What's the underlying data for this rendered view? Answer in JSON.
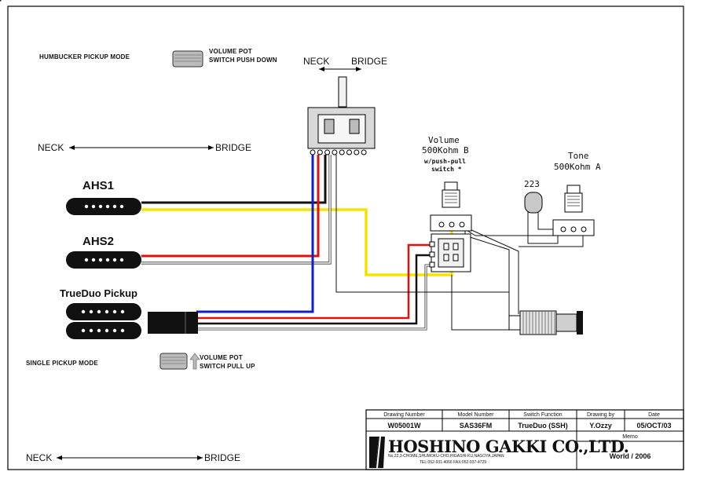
{
  "humbucker_mode": {
    "title": "HUMBUCKER PICKUP MODE",
    "pot_label_1": "VOLUME POT",
    "pot_label_2": "SWITCH PUSH DOWN",
    "axis_left": "NECK",
    "axis_right": "BRIDGE"
  },
  "single_mode": {
    "title": "SINGLE PICKUP MODE",
    "pot_label_1": "VOLUME POT",
    "pot_label_2": "SWITCH PULL UP",
    "axis_left": "NECK",
    "axis_right": "BRIDGE"
  },
  "switch_labels": {
    "neck": "NECK",
    "bridge": "BRIDGE"
  },
  "pickups": {
    "ahs1": "AHS1",
    "ahs2": "AHS2",
    "trueduo": "TrueDuo Pickup"
  },
  "volume_pot": {
    "line1": "Volume",
    "line2": "500Kohm B",
    "line3": "w/push-pull",
    "line4": "switch *"
  },
  "tone_pot": {
    "line1": "Tone",
    "line2": "500Kohm A"
  },
  "capacitor": {
    "value": "223"
  },
  "title_block": {
    "headers": [
      "Drawing Number",
      "Model Number",
      "Switch Function",
      "Drawing by",
      "Date"
    ],
    "values": [
      "W05001W",
      "SAS36FM",
      "TrueDuo (SSH)",
      "Y.Ozzy",
      "05/OCT/03"
    ],
    "memo_label": "Memo",
    "memo_value": "World / 2006",
    "company": "HOSHINO GAKKI CO.,LTD.",
    "address": "No.22,3-CHOME,SHUMOKU-CHO,HIGASHI-KU,NAGOYA,JAPAN",
    "phone": "TEL:052-931-4066  FAX:052-937-4729"
  },
  "colors": {
    "black": "#111111",
    "yellow": "#ffee22",
    "red": "#e01010",
    "blue": "#1020c8",
    "white_wire": "#ffffff",
    "grey_pickup": "#777777"
  },
  "mode_grids": {
    "humbucker": [
      [
        "grey",
        "grey",
        "white",
        "white",
        "white"
      ],
      [
        "white",
        "grey",
        "white",
        "white",
        "white"
      ],
      [
        "white",
        "white",
        "white",
        "grey",
        "grey"
      ]
    ],
    "single": [
      [
        "grey",
        "grey",
        "white",
        "white",
        "white"
      ],
      [
        "white",
        "grey",
        "grey",
        "grey",
        "white"
      ],
      [
        "white",
        "white",
        "white",
        "grey",
        "grey"
      ]
    ]
  }
}
